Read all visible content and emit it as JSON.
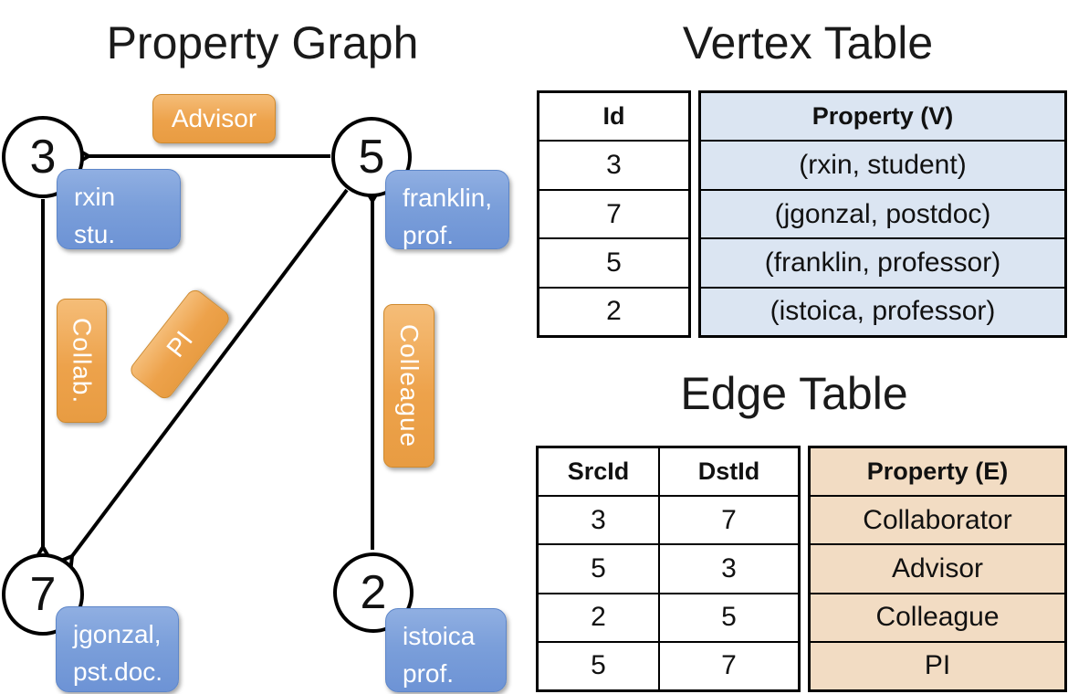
{
  "graph": {
    "title": "Property Graph",
    "nodes": {
      "n3": "3",
      "n5": "5",
      "n7": "7",
      "n2": "2"
    },
    "edge_labels": {
      "advisor": "Advisor",
      "collab": "Collab.",
      "pi": "PI",
      "colleague": "Colleague"
    },
    "node_cards": {
      "rxin": {
        "line1": "rxin",
        "line2": "stu."
      },
      "franklin": {
        "line1": "franklin,",
        "line2": "prof."
      },
      "jgonzal": {
        "line1": "jgonzal,",
        "line2": "pst.doc."
      },
      "istoica": {
        "line1": "istoica",
        "line2": "prof."
      }
    }
  },
  "vertex_table": {
    "title": "Vertex Table",
    "columns": {
      "id": "Id",
      "property": "Property (V)"
    },
    "rows": [
      {
        "id": "3",
        "property": "(rxin, student)"
      },
      {
        "id": "7",
        "property": "(jgonzal, postdoc)"
      },
      {
        "id": "5",
        "property": "(franklin, professor)"
      },
      {
        "id": "2",
        "property": "(istoica, professor)"
      }
    ]
  },
  "edge_table": {
    "title": "Edge Table",
    "columns": {
      "src": "SrcId",
      "dst": "DstId",
      "property": "Property (E)"
    },
    "rows": [
      {
        "src": "3",
        "dst": "7",
        "property": "Collaborator"
      },
      {
        "src": "5",
        "dst": "3",
        "property": "Advisor"
      },
      {
        "src": "2",
        "dst": "5",
        "property": "Colleague"
      },
      {
        "src": "5",
        "dst": "7",
        "property": "PI"
      }
    ]
  },
  "colors": {
    "edge_label_orange": "#eda24b",
    "vertex_card_blue": "#7b9fda",
    "vertex_table_fill": "#dbe5f2",
    "edge_table_fill": "#f2dcc3",
    "line_black": "#000000"
  }
}
